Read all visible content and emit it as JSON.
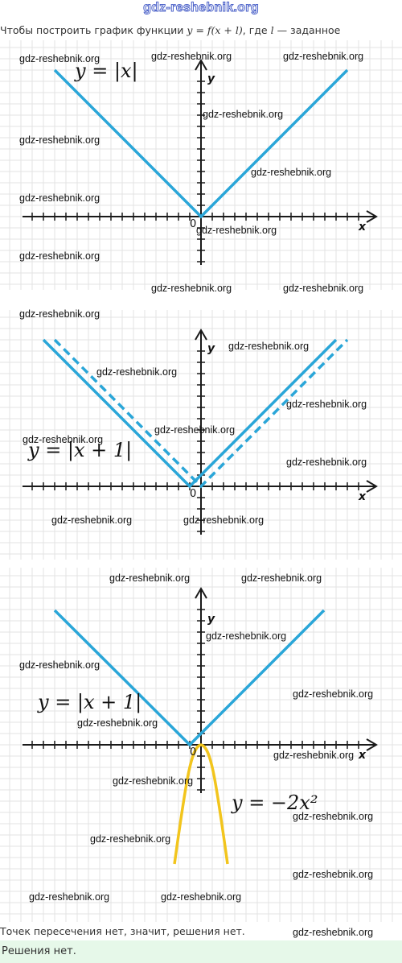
{
  "site_title": "gdz-reshebnik.org",
  "intro": {
    "lead": "Чтобы построить график функции",
    "function_expr": "y = f(x + l)",
    "middle": ", где",
    "variable": "l",
    "tail": "— заданное"
  },
  "graphs": [
    {
      "formula": "y = |x|",
      "axis_x_label": "x",
      "axis_y_label": "y",
      "origin_label": "0",
      "curves": [
        {
          "expr": "y = |x|",
          "color": "#2aa6d8",
          "style": "solid"
        }
      ]
    },
    {
      "formula": "y = |x + 1|",
      "axis_x_label": "x",
      "axis_y_label": "y",
      "origin_label": "0",
      "curves": [
        {
          "expr": "y = |x + 1|",
          "color": "#2aa6d8",
          "style": "solid"
        },
        {
          "expr": "y = |x|",
          "color": "#2aa6d8",
          "style": "dashed"
        }
      ]
    },
    {
      "formula": "y = |x + 1|",
      "formula2": "y = −2x²",
      "axis_x_label": "x",
      "axis_y_label": "y",
      "origin_label": "0",
      "curves": [
        {
          "expr": "y = |x + 1|",
          "color": "#2aa6d8",
          "style": "solid"
        },
        {
          "expr": "y = -2x^2",
          "color": "#f2c51d",
          "style": "solid"
        }
      ]
    }
  ],
  "watermark_text": "gdz-reshebnik.org",
  "conclusion": "Точек пересечения нет, значит, решения нет.",
  "answer": "Решения нет.",
  "colors": {
    "grid": "#e3e3e3",
    "axis": "#1a1a1a",
    "line_blue": "#2aa6d8",
    "parabola_yellow": "#f2c51d",
    "answer_bg": "#e6f8e9",
    "title_outline": "#4d63c9"
  }
}
